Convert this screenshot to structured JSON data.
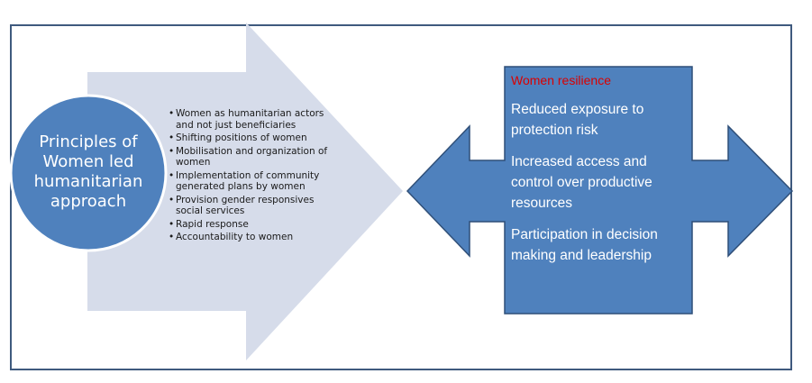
{
  "diagram": {
    "principles_label": "Principles of Women led humanitarian approach",
    "bullets": [
      "Women as humanitarian actors and not just beneficiaries",
      "Shifting positions of women",
      "Mobilisation and organization of women",
      "Implementation of community generated plans by women",
      "Provision gender responsives social services",
      "Rapid response",
      "Accountability to women"
    ],
    "outcome_title": "Women resilience",
    "outcomes": [
      "Reduced exposure to protection risk",
      "Increased access and control over productive resources",
      "Participation in decision making and leadership"
    ]
  },
  "colors": {
    "frame": "#3f5a7e",
    "arrow_fill": "#d6dcea",
    "circle_fill": "#4f81bd",
    "circle_stroke": "#ffffff",
    "double_arrow_fill": "#4f81bd",
    "double_arrow_stroke": "#2f4f78",
    "outcome_title": "#d90000"
  }
}
